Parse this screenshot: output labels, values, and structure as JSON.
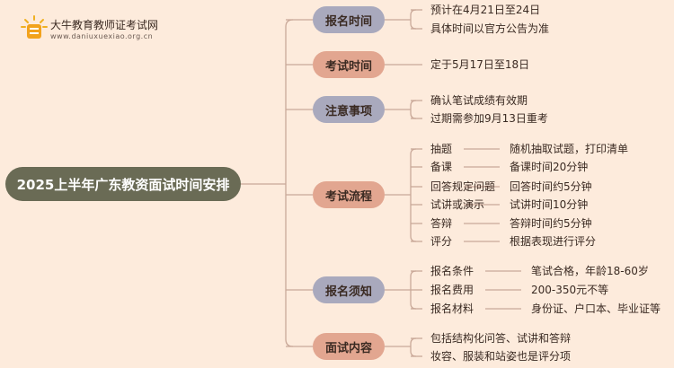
{
  "logo": {
    "title": "大牛教育教师证考试网",
    "url": "www.daniuxuexiao.org.cn"
  },
  "root": {
    "label": "2025上半年广东教资面试时间安排"
  },
  "branches": [
    {
      "label": "报名时间",
      "color": "#a9a9bd",
      "items": [
        {
          "text": "预计在4月21日至24日"
        },
        {
          "text": "具体时间以官方公告为准"
        }
      ]
    },
    {
      "label": "考试时间",
      "color": "#e2a690",
      "items": [
        {
          "text": "定于5月17日至18日"
        }
      ]
    },
    {
      "label": "注意事项",
      "color": "#a9a9bd",
      "items": [
        {
          "text": "确认笔试成绩有效期"
        },
        {
          "text": "过期需参加9月13日重考"
        }
      ]
    },
    {
      "label": "考试流程",
      "color": "#e2a690",
      "items": [
        {
          "text": "抽题",
          "detail": "随机抽取试题，打印清单"
        },
        {
          "text": "备课",
          "detail": "备课时间20分钟"
        },
        {
          "text": "回答规定问题",
          "detail": "回答时间约5分钟"
        },
        {
          "text": "试讲或演示",
          "detail": "试讲时间10分钟"
        },
        {
          "text": "答辩",
          "detail": "答辩时间约5分钟"
        },
        {
          "text": "评分",
          "detail": "根据表现进行评分"
        }
      ]
    },
    {
      "label": "报名须知",
      "color": "#a9a9bd",
      "items": [
        {
          "text": "报名条件",
          "detail": "笔试合格，年龄18-60岁"
        },
        {
          "text": "报名费用",
          "detail": "200-350元不等"
        },
        {
          "text": "报名材料",
          "detail": "身份证、户口本、毕业证等"
        }
      ]
    },
    {
      "label": "面试内容",
      "color": "#e2a690",
      "items": [
        {
          "text": "包括结构化问答、试讲和答辩"
        },
        {
          "text": "妆容、服装和站姿也是评分项"
        }
      ]
    }
  ],
  "line_color": "#c9a898"
}
